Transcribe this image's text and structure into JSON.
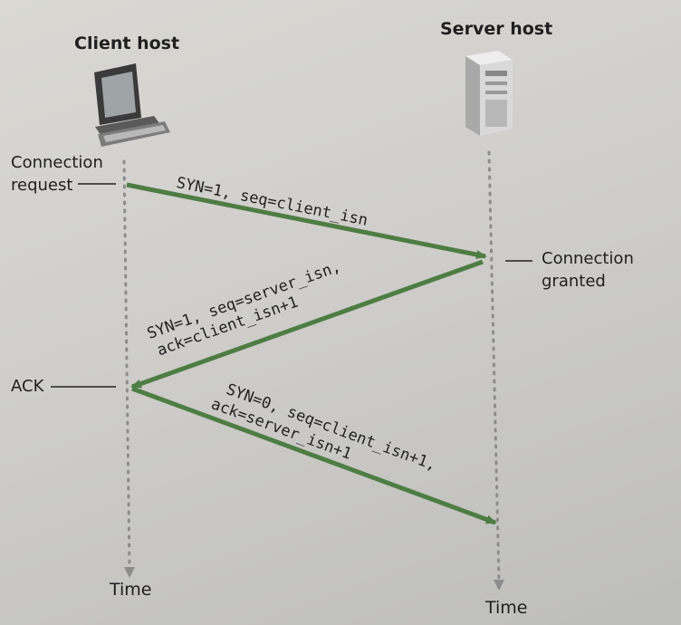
{
  "hosts": {
    "client": {
      "title": "Client host"
    },
    "server": {
      "title": "Server host"
    }
  },
  "events": {
    "connection_request": [
      "Connection",
      "request"
    ],
    "connection_granted": [
      "Connection",
      "granted"
    ],
    "ack": "ACK"
  },
  "messages": {
    "syn": [
      "SYN=1, seq=client_isn"
    ],
    "synack": [
      "SYN=1, seq=server_isn,",
      "ack=client_isn+1"
    ],
    "ack": [
      "SYN=0, seq=client_isn+1,",
      "ack=server_isn+1"
    ]
  },
  "timelines": {
    "client_time": "Time",
    "server_time": "Time"
  },
  "colors": {
    "arrow": "#4e7d44",
    "timeline": "#8c8c8c",
    "tick": "#222222"
  }
}
